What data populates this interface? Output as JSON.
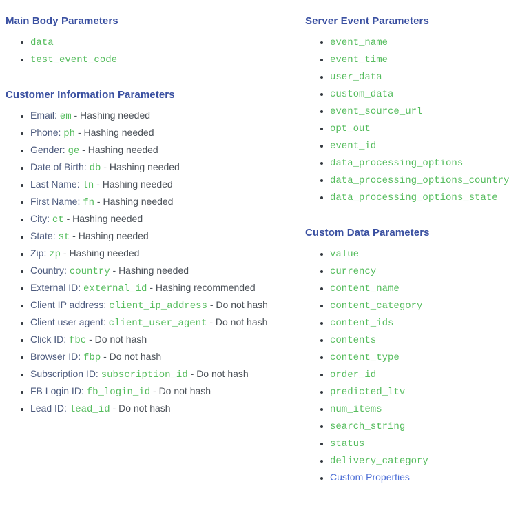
{
  "colors": {
    "heading_blue": "#3a50a1",
    "code_green": "#55bc5d",
    "label_blue_gray": "#4d5b7e",
    "body_text": "#4b5158",
    "link_blue": "#4d6fd6",
    "background": "#ffffff"
  },
  "columns": {
    "left": {
      "sections": [
        {
          "title": "Main Body Parameters",
          "items": [
            {
              "type": "code",
              "code": "data"
            },
            {
              "type": "code",
              "code": "test_event_code"
            }
          ]
        },
        {
          "title": "Customer Information Parameters",
          "items": [
            {
              "type": "labeled",
              "label": "Email:",
              "code": "em",
              "suffix": "- Hashing needed"
            },
            {
              "type": "labeled",
              "label": "Phone:",
              "code": "ph",
              "suffix": "- Hashing needed"
            },
            {
              "type": "labeled",
              "label": "Gender:",
              "code": "ge",
              "suffix": "- Hashing needed"
            },
            {
              "type": "labeled",
              "label": "Date of Birth:",
              "code": "db",
              "suffix": "- Hashing needed"
            },
            {
              "type": "labeled",
              "label": "Last Name:",
              "code": "ln",
              "suffix": "- Hashing needed"
            },
            {
              "type": "labeled",
              "label": "First Name:",
              "code": "fn",
              "suffix": "- Hashing needed"
            },
            {
              "type": "labeled",
              "label": "City:",
              "code": "ct",
              "suffix": "- Hashing needed"
            },
            {
              "type": "labeled",
              "label": "State:",
              "code": "st",
              "suffix": "- Hashing needed"
            },
            {
              "type": "labeled",
              "label": "Zip:",
              "code": "zp",
              "suffix": "- Hashing needed"
            },
            {
              "type": "labeled",
              "label": "Country:",
              "code": "country",
              "suffix": "- Hashing needed"
            },
            {
              "type": "labeled",
              "label": "External ID:",
              "code": "external_id",
              "suffix": "- Hashing recommended"
            },
            {
              "type": "labeled",
              "label": "Client IP address:",
              "code": "client_ip_address",
              "suffix": "- Do not hash"
            },
            {
              "type": "labeled",
              "label": "Client user agent:",
              "code": "client_user_agent",
              "suffix": "- Do not hash"
            },
            {
              "type": "labeled",
              "label": "Click ID:",
              "code": "fbc",
              "suffix": "- Do not hash"
            },
            {
              "type": "labeled",
              "label": "Browser ID:",
              "code": "fbp",
              "suffix": "- Do not hash"
            },
            {
              "type": "labeled",
              "label": "Subscription ID:",
              "code": "subscription_id",
              "suffix": "- Do not hash"
            },
            {
              "type": "labeled",
              "label": "FB Login ID:",
              "code": "fb_login_id",
              "suffix": "- Do not hash"
            },
            {
              "type": "labeled",
              "label": "Lead ID:",
              "code": "lead_id",
              "suffix": "- Do not hash"
            }
          ]
        }
      ]
    },
    "right": {
      "sections": [
        {
          "title": "Server Event Parameters",
          "items": [
            {
              "type": "code",
              "code": "event_name"
            },
            {
              "type": "code",
              "code": "event_time"
            },
            {
              "type": "code",
              "code": "user_data"
            },
            {
              "type": "code",
              "code": "custom_data"
            },
            {
              "type": "code",
              "code": "event_source_url"
            },
            {
              "type": "code",
              "code": "opt_out"
            },
            {
              "type": "code",
              "code": "event_id"
            },
            {
              "type": "code",
              "code": "data_processing_options"
            },
            {
              "type": "code",
              "code": "data_processing_options_country"
            },
            {
              "type": "code",
              "code": "data_processing_options_state"
            }
          ]
        },
        {
          "title": "Custom Data Parameters",
          "items": [
            {
              "type": "code",
              "code": "value"
            },
            {
              "type": "code",
              "code": "currency"
            },
            {
              "type": "code",
              "code": "content_name"
            },
            {
              "type": "code",
              "code": "content_category"
            },
            {
              "type": "code",
              "code": "content_ids"
            },
            {
              "type": "code",
              "code": "contents"
            },
            {
              "type": "code",
              "code": "content_type"
            },
            {
              "type": "code",
              "code": "order_id"
            },
            {
              "type": "code",
              "code": "predicted_ltv"
            },
            {
              "type": "code",
              "code": "num_items"
            },
            {
              "type": "code",
              "code": "search_string"
            },
            {
              "type": "code",
              "code": "status"
            },
            {
              "type": "code",
              "code": "delivery_category"
            },
            {
              "type": "link",
              "text": "Custom Properties"
            }
          ]
        }
      ]
    }
  }
}
